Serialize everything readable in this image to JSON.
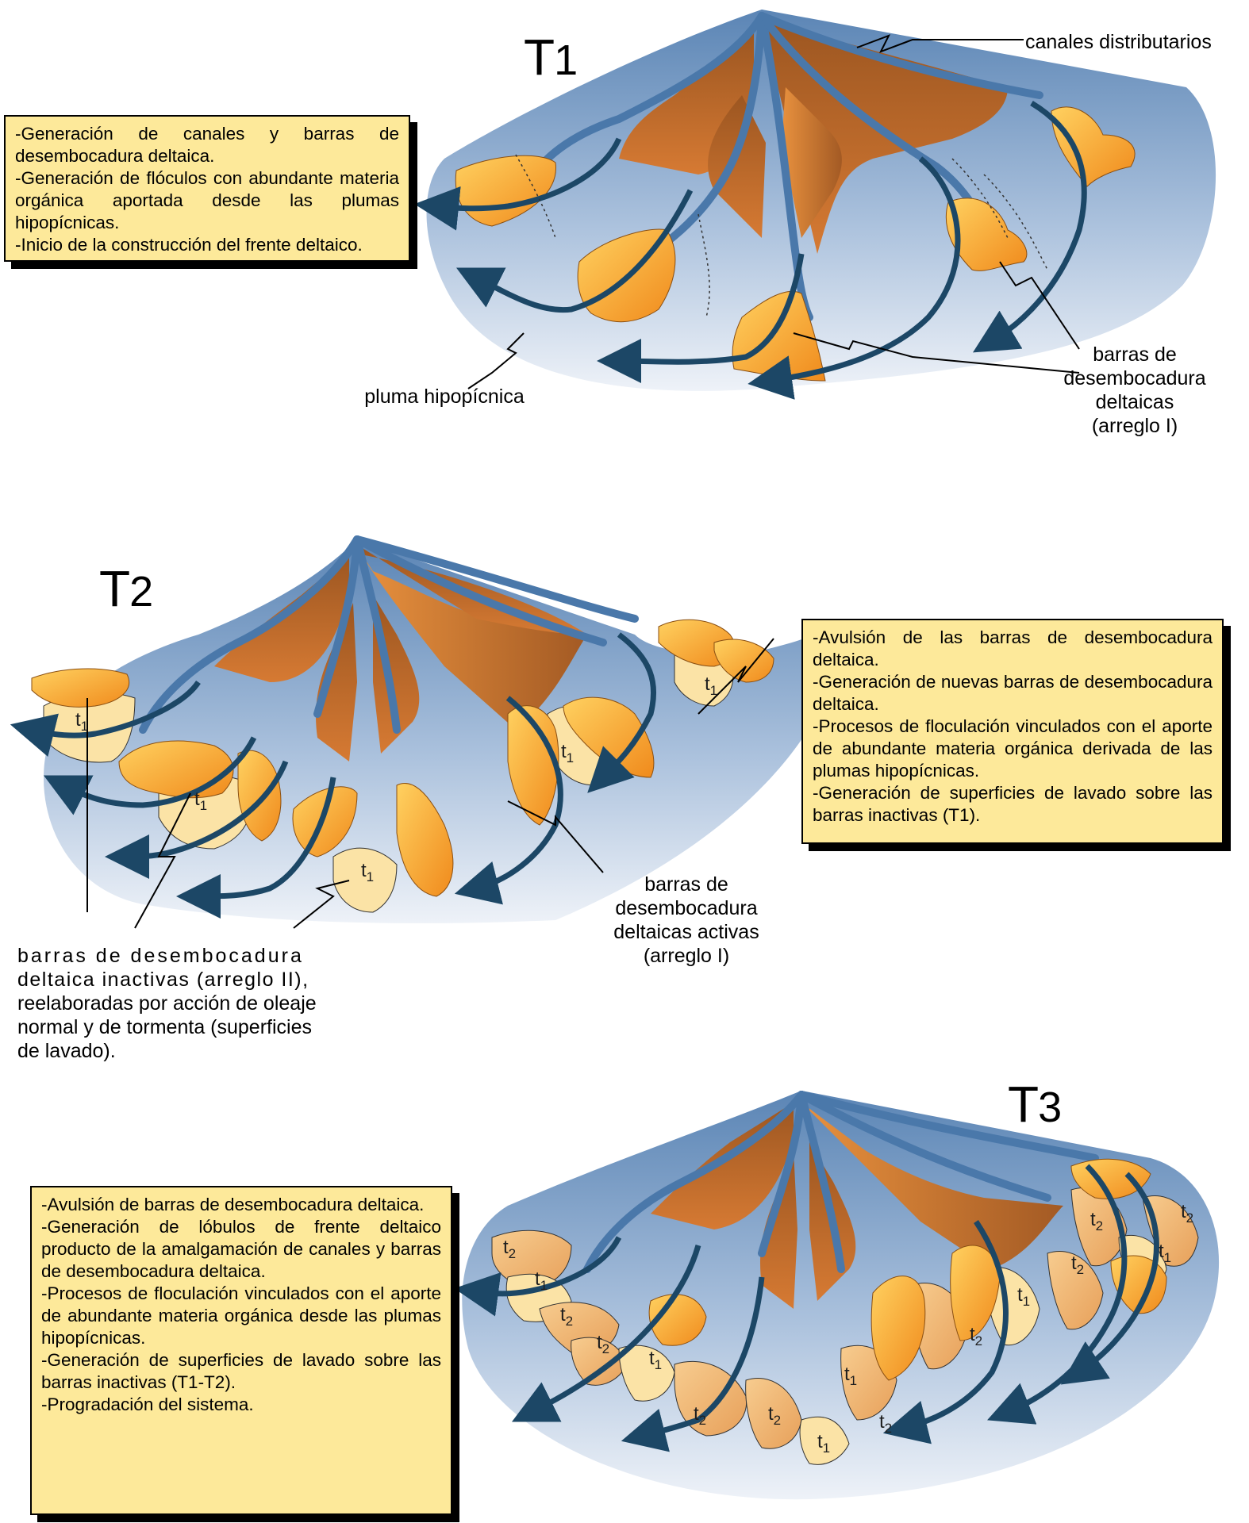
{
  "panels": [
    {
      "title": "T1",
      "title_letter": "T",
      "title_number": "1",
      "notes": [
        "-Generación de canales y barras de desembocadura deltaica.",
        "-Generación de flóculos con abundante materia orgánica aportada desde las plumas hipopícnicas.",
        "-Inicio de la construcción del frente deltaico."
      ],
      "labels": {
        "channels": "canales distributarios",
        "plume": "pluma hipopícnica",
        "bars_line1": "barras de",
        "bars_line2": "desembocadura",
        "bars_line3": "deltaicas",
        "bars_line4": "(arreglo I)"
      }
    },
    {
      "title": "T2",
      "title_letter": "T",
      "title_number": "2",
      "notes": [
        "-Avulsión de las barras de desembocadura deltaica.",
        "-Generación de nuevas barras de desembocadura deltaica.",
        "-Procesos de floculación vinculados con el aporte de abundante materia orgánica derivada de las plumas hipopícnicas.",
        "-Generación de superficies de lavado sobre las barras inactivas (T1)."
      ],
      "labels": {
        "active_line1": "barras de",
        "active_line2": "desembocadura",
        "active_line3": "deltaicas activas",
        "active_line4": "(arreglo I)",
        "inactive_line1": "barras de desembocadura",
        "inactive_line2": "deltaica inactivas (arreglo II),",
        "inactive_line3": "reelaboradas por acción de oleaje",
        "inactive_line4": "normal y de tormenta (superficies",
        "inactive_line5": "de lavado)."
      },
      "bar_tags": [
        "t1",
        "t1",
        "t1",
        "t1",
        "t1"
      ]
    },
    {
      "title": "T3",
      "title_letter": "T",
      "title_number": "3",
      "notes": [
        "-Avulsión de barras de desembocadura deltaica.",
        "-Generación de lóbulos de frente deltaico producto de la amalgamación de canales y barras de desembocadura deltaica.",
        "-Procesos de floculación vinculados con el aporte de abundante materia orgánica desde las plumas hipopícnicas.",
        "-Generación de superficies de lavado sobre las barras inactivas (T1-T2).",
        "-Progradación del sistema."
      ],
      "bar_tags": [
        "t2",
        "t1",
        "t2",
        "t2",
        "t1",
        "t2",
        "t2",
        "t1",
        "t1",
        "t2",
        "t2",
        "t1",
        "t2",
        "t2",
        "t1",
        "t2"
      ]
    }
  ],
  "colors": {
    "water_light": "#e8eef7",
    "water_dark": "#5b85b5",
    "channel": "#4a78aa",
    "plain_dark": "#a25a22",
    "plain_light": "#e2863a",
    "bar_active": "#f5a623",
    "bar_t1": "#fbe3a6",
    "bar_t2": "#f1b870",
    "plume_arrow": "#1c4766",
    "note_bg": "#fde99a"
  }
}
